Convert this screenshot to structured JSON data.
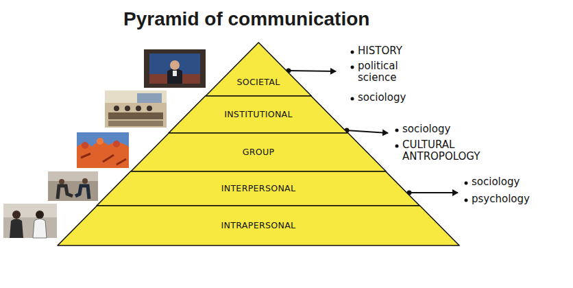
{
  "diagram": {
    "title": "Pyramid of communication",
    "nodes": [
      {
        "text": [
          "SOCIETAL"
        ]
      },
      {
        "text": [
          "INSTITUTIONAL"
        ]
      },
      {
        "text": [
          "GROUP"
        ]
      },
      {
        "text": [
          "INTERPERSONAL"
        ]
      },
      {
        "text": [
          "INTRAPERSONAL"
        ]
      }
    ],
    "labels": [
      "HISTORY",
      "political science",
      "sociology",
      "sociology",
      "CULTURAL ANTROPOLOGY",
      "sociology",
      "psychology"
    ]
  }
}
